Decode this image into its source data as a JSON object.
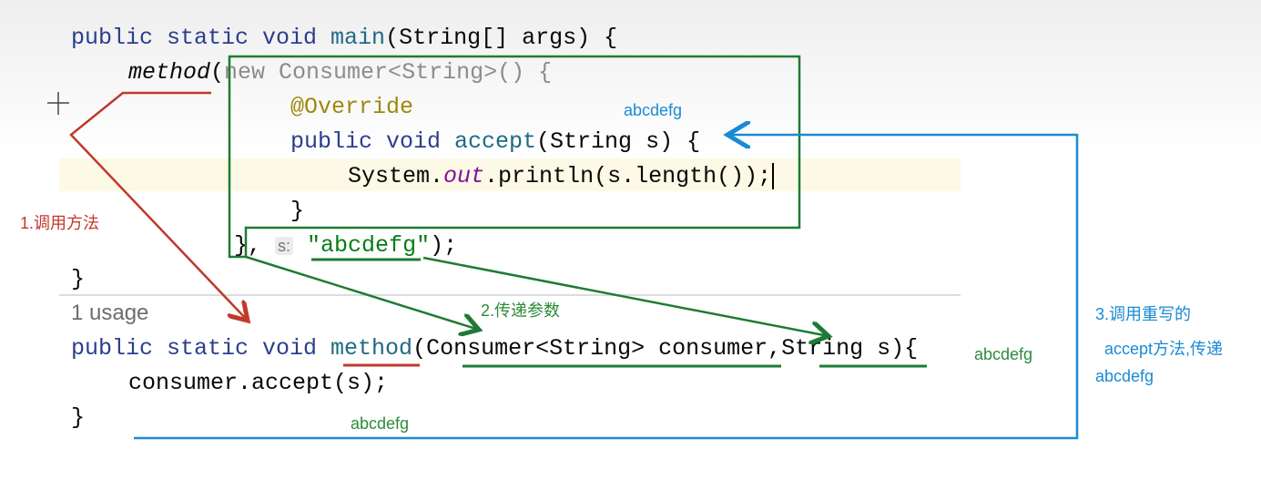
{
  "code": {
    "l1": {
      "kw": "public static void ",
      "fn": "main",
      "rest": "(String[] args) {"
    },
    "l2": {
      "call": "method",
      "p": "(",
      "gray": "new Consumer<String>() {"
    },
    "l3": "@Override",
    "l4": {
      "kw": "public void ",
      "fn": "accept",
      "rest": "(String s) {"
    },
    "l5": {
      "a": "System.",
      "fld": "out",
      "b": ".println(s.length());"
    },
    "l6": "}",
    "l7": {
      "a": "}, ",
      "hint": "s:",
      "str": "\"abcdefg\"",
      "b": ");"
    },
    "l8": "}",
    "usage": "1 usage",
    "l9": {
      "kw": "public static void ",
      "fn": "method",
      "rest": "(Consumer<String> consumer,String s){"
    },
    "l10": "consumer.accept(s);",
    "l11": "}"
  },
  "annotations": {
    "step1": "1.调用方法",
    "step2": "2.传递参数",
    "step3_line1": "3.调用重写的",
    "step3_line2": "accept方法,传递",
    "step3_line3": "abcdefg",
    "value_top": "abcdefg",
    "value_right": "abcdefg",
    "value_bottom": "abcdefg"
  },
  "colors": {
    "red": "#c0392b",
    "green": "#1e7b34",
    "blue": "#1a8ad4"
  }
}
